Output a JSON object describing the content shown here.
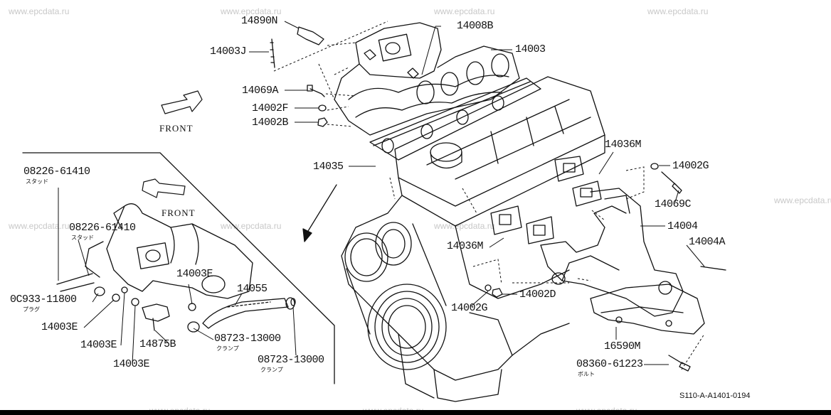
{
  "watermarks": {
    "text": "www.epcdata.ru"
  },
  "front_labels": {
    "main": "FRONT",
    "inset": "FRONT"
  },
  "part_labels": {
    "p14890N": "14890N",
    "p14003J": "14003J",
    "p14008B": "14008B",
    "p14003": "14003",
    "p14069A": "14069A",
    "p14002F": "14002F",
    "p14002B": "14002B",
    "p14035": "14035",
    "p14036M_top": "14036M",
    "p14002G_top": "14002G",
    "p14069C": "14069C",
    "p14004": "14004",
    "p14004A": "14004A",
    "p14036M_mid": "14036M",
    "p14002G_bot": "14002G",
    "p14002D": "14002D",
    "p16590M": "16590M",
    "p08360": "08360-61223",
    "p08226_a": "08226-61410",
    "p08226_b": "08226-61410",
    "p0C933": "0C933-11800",
    "p14003E_a": "14003E",
    "p14003E_b": "14003E",
    "p14003E_c": "14003E",
    "p14003E_d": "14003E",
    "p14055": "14055",
    "p14875B": "14875B",
    "p08723_a": "08723-13000",
    "p08723_b": "08723-13000"
  },
  "kana_labels": {
    "stud_a": "スタッド",
    "stud_b": "スタッド",
    "plug": "プラグ",
    "clamp_a": "クランプ",
    "clamp_b": "クランプ",
    "bolt": "ボルト"
  },
  "diagram_code": "S110-A-A1401-0194",
  "colors": {
    "ink": "#111111",
    "watermark": "#c8c8c8",
    "background": "#ffffff"
  }
}
